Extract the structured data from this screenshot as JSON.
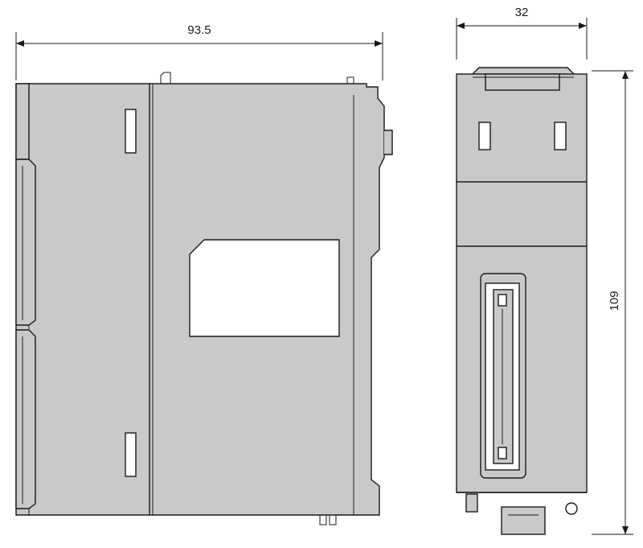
{
  "dimensions": {
    "depth": "93.5",
    "width": "32",
    "height": "109"
  },
  "colors": {
    "body": "#c9c9c9",
    "outline": "#1a1a1a",
    "background": "#ffffff"
  }
}
